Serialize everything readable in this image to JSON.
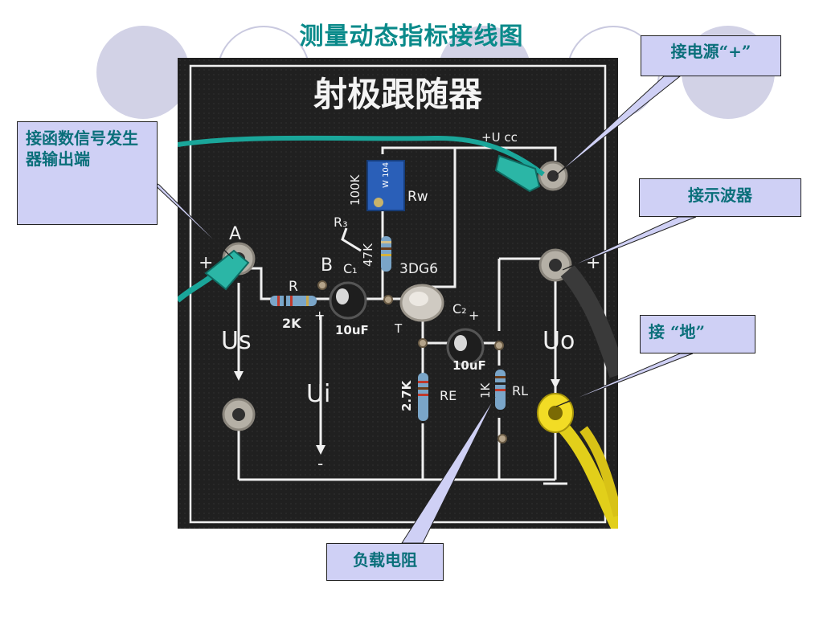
{
  "title": "测量动态指标接线图",
  "board": {
    "heading": "射极跟随器",
    "vcc_label": "+U cc",
    "point_a": "A",
    "point_b": "B",
    "r": "R",
    "r_value": "2K",
    "r3": "R₃",
    "r3_value": "47K",
    "rw": "Rw",
    "rw_value": "100K",
    "pot_marking": "W 104",
    "c1": "C₁",
    "c1_value": "10uF",
    "c2": "C₂",
    "c2_value": "10uF",
    "transistor": "3DG6",
    "t": "T",
    "re": "RE",
    "re_value": "2.7K",
    "rl": "RL",
    "rl_value": "1K",
    "us": "Us",
    "ui": "Ui",
    "uo": "Uo",
    "plus": "+",
    "minus": "-"
  },
  "callouts": {
    "power": "接电源“+”",
    "generator": "接函数信号发生器输出端",
    "scope": "接示波器",
    "ground": "接 “地”",
    "load": "负载电阻"
  },
  "colors": {
    "title": "#0a8a8a",
    "callout_bg": "#cfd0f5",
    "callout_text": "#0a6f7a",
    "board": "#202020",
    "cable_teal": "#1aa69a",
    "cable_black": "#333333",
    "cable_yellow": "#e2cf1a"
  }
}
